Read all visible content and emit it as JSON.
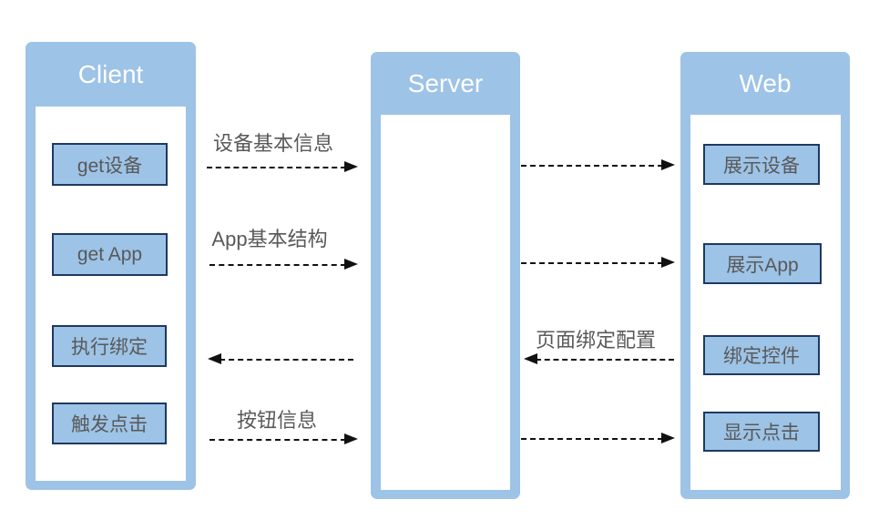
{
  "columns": {
    "client": {
      "title": "Client",
      "boxes": [
        {
          "label": "get设备"
        },
        {
          "label": "get App"
        },
        {
          "label": "执行绑定"
        },
        {
          "label": "触发点击"
        }
      ]
    },
    "server": {
      "title": "Server",
      "boxes": []
    },
    "web": {
      "title": "Web",
      "boxes": [
        {
          "label": "展示设备"
        },
        {
          "label": "展示App"
        },
        {
          "label": "绑定控件"
        },
        {
          "label": "显示点击"
        }
      ]
    }
  },
  "messages": [
    {
      "label": "设备基本信息",
      "from": "Client",
      "to": "Web",
      "via": "Server",
      "direction": "right"
    },
    {
      "label": "App基本结构",
      "from": "Client",
      "to": "Web",
      "via": "Server",
      "direction": "right"
    },
    {
      "label": "页面绑定配置",
      "from": "Web",
      "to": "Client",
      "via": "Server",
      "direction": "left"
    },
    {
      "label": "按钮信息",
      "from": "Client",
      "to": "Web",
      "via": "Server",
      "direction": "right"
    }
  ],
  "colors": {
    "column_fill": "#9DC3E6",
    "box_fill": "#9DC3E6",
    "box_border": "#1F3864",
    "label_text": "#595959",
    "header_text": "#FFFFFF",
    "arrow": "#111111",
    "background": "#FFFFFF"
  }
}
